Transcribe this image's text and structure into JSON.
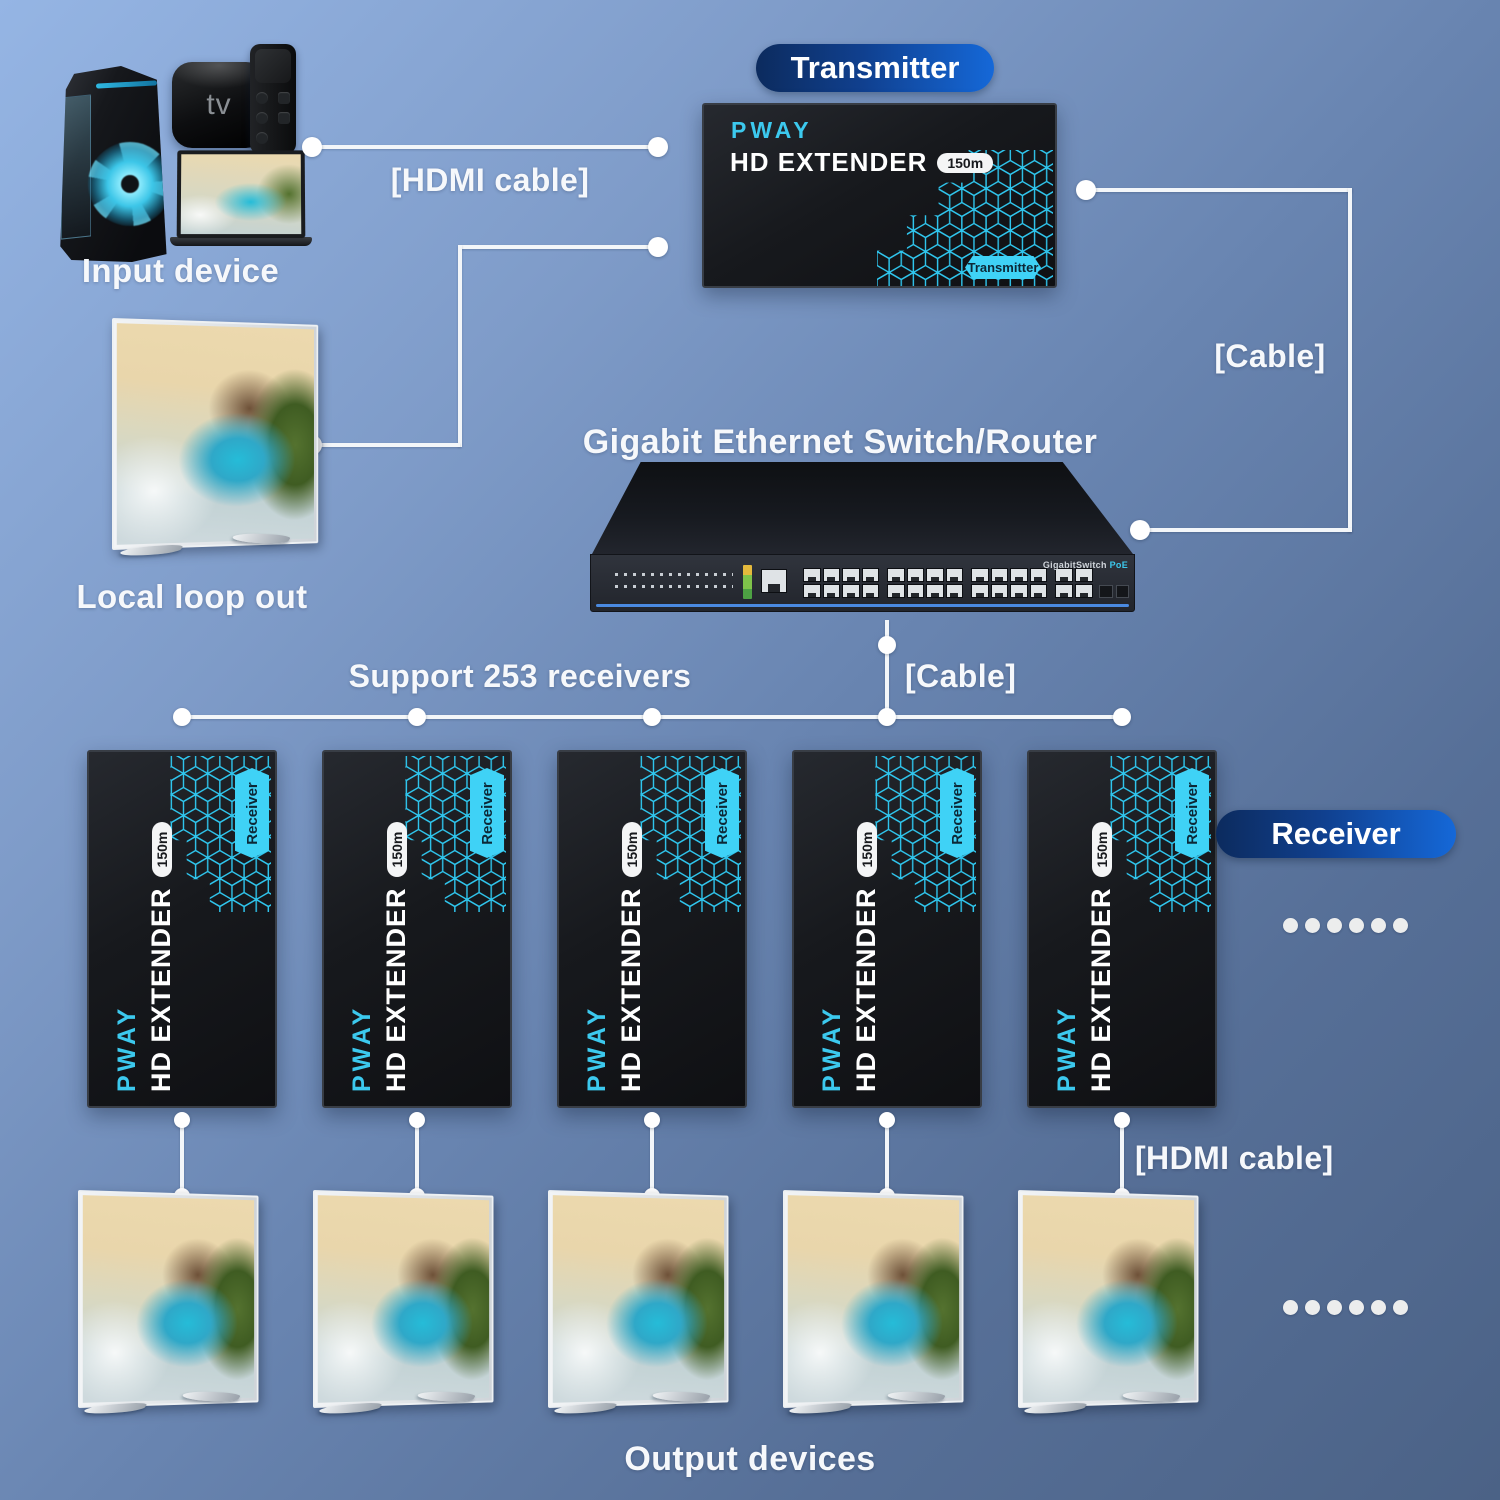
{
  "labels": {
    "input_device": "Input device",
    "hdmi_cable_top": "[HDMI cable]",
    "cable_right": "[Cable]",
    "local_loop_out": "Local loop out",
    "switch_title": "Gigabit Ethernet Switch/Router",
    "support_receivers": "Support 253 receivers",
    "cable_mid": "[Cable]",
    "hdmi_cable_bottom": "[HDMI cable]",
    "output_devices": "Output devices"
  },
  "badges": {
    "transmitter_pill": "Transmitter",
    "receiver_pill": "Receiver"
  },
  "transmitter_unit": {
    "brand": "PWAY",
    "product": "HD EXTENDER",
    "distance": "150m",
    "tag": "Transmitter"
  },
  "receiver_unit": {
    "brand": "PWAY",
    "product": "HD EXTENDER",
    "distance": "150m",
    "tag": "Receiver"
  },
  "devices": {
    "apple_tv_label": "tv",
    "switch_brand": "GigabitSwitch",
    "switch_brand_suffix": "PoE"
  },
  "meta": {
    "receiver_count_shown": 5,
    "colors": {
      "accent_cyan": "#3cc9ee",
      "pill_blue_dark": "#0c2b5e",
      "pill_blue_bright": "#1568d8",
      "connector_white": "#f3f6f9",
      "background_top_left": "#95b5e4",
      "background_bottom_right": "#4b6286",
      "unit_black": "#17191d"
    }
  }
}
